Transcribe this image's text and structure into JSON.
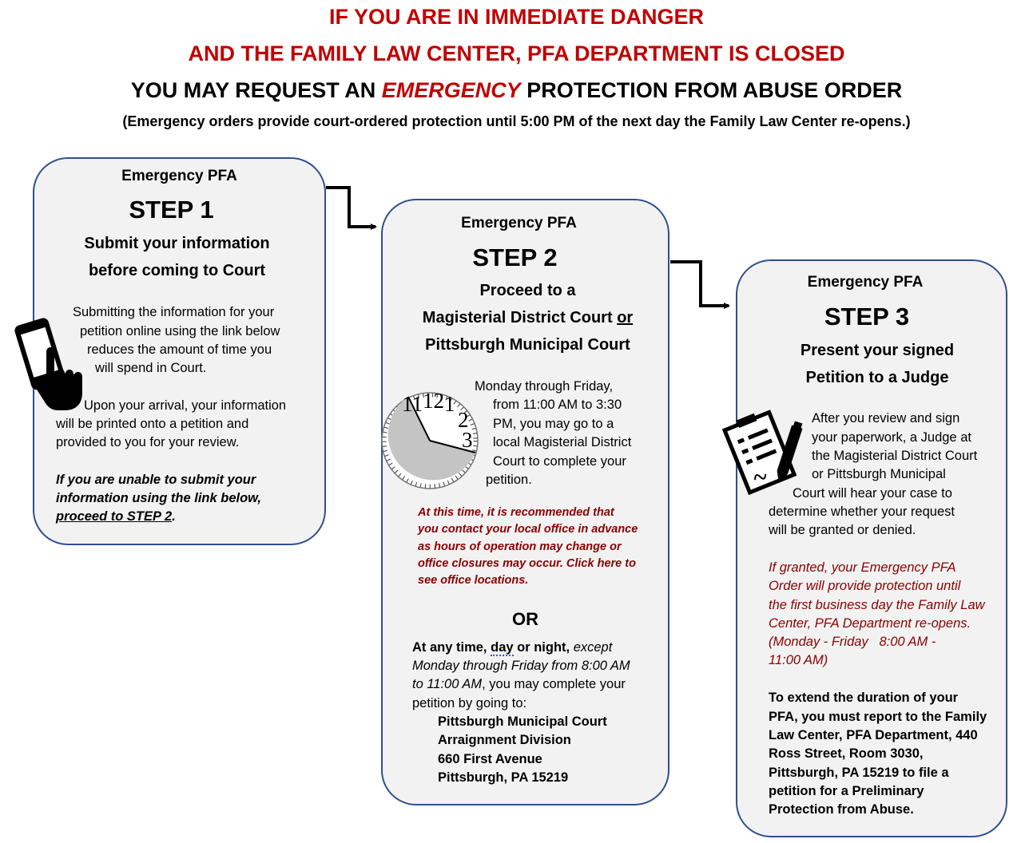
{
  "header": {
    "line1": "IF YOU ARE IN IMMEDIATE DANGER",
    "line2": "AND THE FAMILY LAW CENTER, PFA DEPARTMENT IS CLOSED",
    "line3_pre": "YOU MAY REQUEST AN ",
    "line3_em": "EMERGENCY",
    "line3_post": " PROTECTION FROM ABUSE ORDER",
    "note": "(Emergency orders provide court-ordered protection until 5:00 PM of the next day the Family Law Center re-opens.)"
  },
  "step1": {
    "kicker": "Emergency PFA",
    "step": "STEP 1",
    "title_l1": "Submit your information",
    "title_l2": "before coming to Court",
    "p1": [
      "Submitting the information for your",
      "petition online using the link below",
      "reduces the amount of time you",
      "will spend in Court."
    ],
    "p2": [
      "Upon your arrival, your information",
      "will be printed onto a petition and",
      "provided to you for your review."
    ],
    "p3_l1": "If you are unable to submit your",
    "p3_l2": "information using the link below,",
    "p3_l3_link": "proceed to STEP 2",
    "p3_l3_end": "."
  },
  "step2": {
    "kicker": "Emergency PFA",
    "step": "STEP 2",
    "title_l1": "Proceed to a",
    "title_l2_pre": "Magisterial District Court ",
    "title_l2_or": "or",
    "title_l3": "Pittsburgh Municipal Court",
    "p1": [
      "Monday through Friday,",
      "from 11:00 AM to 3:30",
      "PM, you may go to a",
      "local Magisterial District",
      "Court to complete your",
      "petition."
    ],
    "note": [
      "At this time, it is recommended that",
      "you contact your local office in advance",
      "as hours of operation may change or",
      "office closures may occur. Click here to",
      "see office locations."
    ],
    "or": "OR",
    "p2_bold1": "At any time, ",
    "p2_day": "day",
    "p2_bold2": " or night,",
    "p2_it1": " except",
    "p2_it2": "Monday through Friday from 8:00 AM",
    "p2_it3": "to 11:00 AM",
    "p2_end3": ", you may complete your",
    "p2_l4": "petition by going to:",
    "address": [
      "Pittsburgh Municipal Court",
      "Arraignment Division",
      "660 First Avenue",
      "Pittsburgh, PA 15219"
    ],
    "clock_numerals": [
      "12",
      "1",
      "2",
      "3",
      "11"
    ]
  },
  "step3": {
    "kicker": "Emergency PFA",
    "step": "STEP 3",
    "title_l1": "Present your signed",
    "title_l2": "Petition to a Judge",
    "p1": [
      "After you review and sign",
      "your paperwork, a Judge at",
      "the Magisterial District Court",
      "or Pittsburgh Municipal",
      "Court will hear your case to",
      "determine whether your request",
      "will be granted or denied."
    ],
    "p2": [
      "If granted, your Emergency PFA",
      "Order will provide protection until",
      "the first business day the Family Law",
      "Center, PFA Department re-opens.",
      "(Monday - Friday   8:00 AM -",
      "11:00 AM)"
    ],
    "p3": [
      "To extend the duration of your",
      "PFA, you must report to the Family",
      "Law Center, PFA Department, 440",
      "Ross Street, Room 3030,",
      "Pittsburgh, PA 15219 to file a",
      "petition for a Preliminary",
      "Protection from Abuse."
    ]
  },
  "icons": {
    "phone": "hand-tapping-phone-icon",
    "clock": "clock-icon",
    "document": "signed-document-pen-icon",
    "arrows": "elbow-arrow-icon"
  },
  "colors": {
    "red_heading": "#c00000",
    "dark_red_note": "#8b0000",
    "card_border": "#2f4f8f",
    "card_fill": "#f2f2f2"
  }
}
